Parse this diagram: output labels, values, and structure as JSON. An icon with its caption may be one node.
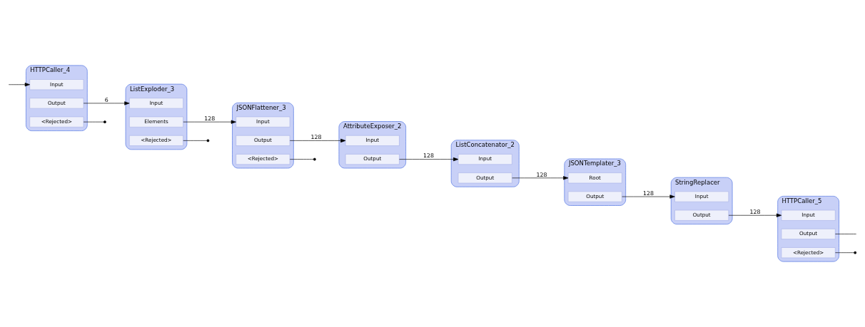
{
  "diagram": {
    "nodes": [
      {
        "text": [
          "HTTPCaller_4"
        ]
      },
      {
        "text": [
          "Input"
        ],
        "in": 0
      },
      {
        "text": [
          "Output"
        ],
        "in": 0
      },
      {
        "text": [
          "<Rejected>"
        ],
        "in": 0
      },
      {
        "text": [
          "ListExploder_3"
        ]
      },
      {
        "text": [
          "Input"
        ],
        "in": 4
      },
      {
        "text": [
          "Elements"
        ],
        "in": 4
      },
      {
        "text": [
          "<Rejected>"
        ],
        "in": 4
      },
      {
        "text": [
          "JSONFlattener_3"
        ]
      },
      {
        "text": [
          "Input"
        ],
        "in": 8
      },
      {
        "text": [
          "Output"
        ],
        "in": 8
      },
      {
        "text": [
          "<Rejected>"
        ],
        "in": 8
      },
      {
        "text": [
          "AttributeExposer_2"
        ]
      },
      {
        "text": [
          "Input"
        ],
        "in": 12
      },
      {
        "text": [
          "Output"
        ],
        "in": 12
      },
      {
        "text": [
          "ListConcatenator_2"
        ]
      },
      {
        "text": [
          "Input"
        ],
        "in": 15
      },
      {
        "text": [
          "Output"
        ],
        "in": 15
      },
      {
        "text": [
          "JSONTemplater_3"
        ]
      },
      {
        "text": [
          "Root"
        ],
        "in": 18
      },
      {
        "text": [
          "Output"
        ],
        "in": 18
      },
      {
        "text": [
          "StringReplacer"
        ]
      },
      {
        "text": [
          "Input"
        ],
        "in": 21
      },
      {
        "text": [
          "Output"
        ],
        "in": 21
      },
      {
        "text": [
          "HTTPCaller_5"
        ]
      },
      {
        "text": [
          "Input"
        ],
        "in": 24
      },
      {
        "text": [
          "Output"
        ],
        "in": 24
      },
      {
        "text": [
          "<Rejected>"
        ],
        "in": 24
      }
    ],
    "edges": [
      {
        "from": null,
        "to": 1,
        "arrow": "to"
      },
      {
        "from": 3,
        "to": null,
        "arrow": "other"
      },
      {
        "from": 2,
        "to": 5,
        "arrow": "to",
        "label": "6"
      },
      {
        "from": 7,
        "to": null,
        "arrow": "other"
      },
      {
        "from": 6,
        "to": 9,
        "arrow": "to",
        "label": "128"
      },
      {
        "from": 11,
        "to": null,
        "arrow": "other"
      },
      {
        "from": 10,
        "to": 13,
        "arrow": "to",
        "label": "128"
      },
      {
        "from": 14,
        "to": 16,
        "arrow": "to",
        "label": "128"
      },
      {
        "from": 17,
        "to": 19,
        "arrow": "to",
        "label": "128"
      },
      {
        "from": 20,
        "to": 22,
        "arrow": "to",
        "label": "128"
      },
      {
        "from": 23,
        "to": 25,
        "arrow": "to",
        "label": "128"
      },
      {
        "from": 26,
        "to": null,
        "arrow": "none"
      },
      {
        "from": 27,
        "to": null,
        "arrow": "other"
      }
    ]
  }
}
